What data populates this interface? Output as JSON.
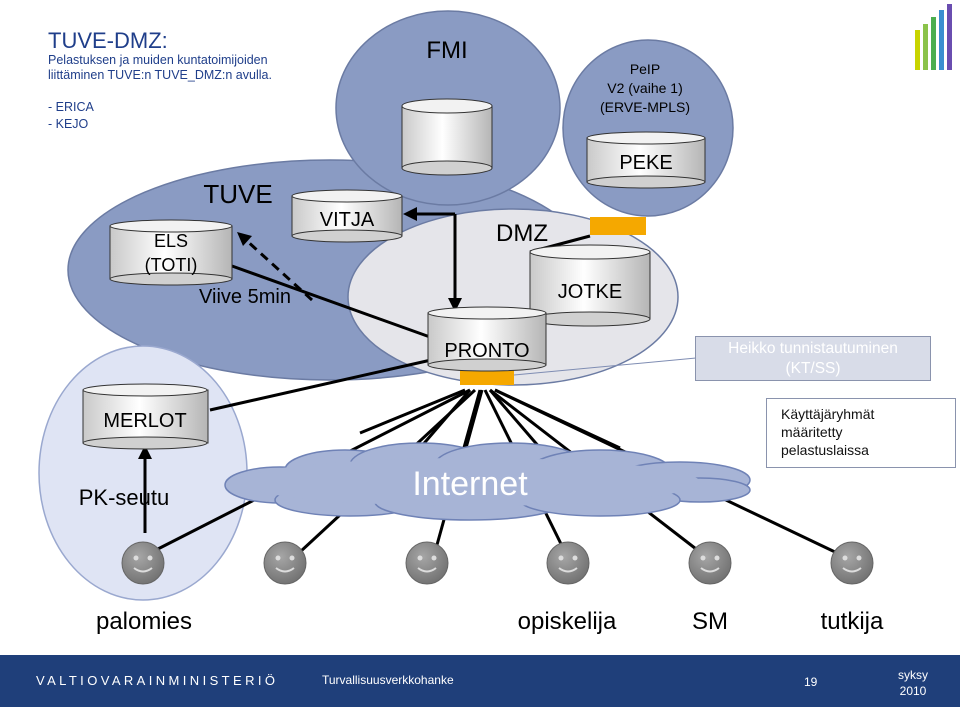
{
  "title": "TUVE-DMZ:",
  "subtitle": "Pelastuksen ja muiden kuntatoimijoiden liittäminen TUVE:n TUVE_DMZ:n avulla.",
  "bullets": [
    "- ERICA",
    "- KEJO"
  ],
  "zones": {
    "fmi": "FMI",
    "peip": [
      "PeIP",
      "V2 (vaihe 1)",
      "(ERVE-MPLS)"
    ],
    "tuve": "TUVE",
    "dmz": "DMZ",
    "pk_seutu": "PK-seutu"
  },
  "systems": {
    "els": [
      "ELS",
      "(TOTI)"
    ],
    "vitja": "VITJA",
    "peke": "PEKE",
    "jotke": "JOTKE",
    "pronto": "PRONTO",
    "merlot": "MERLOT"
  },
  "delay_label": "Viive 5min",
  "cloud_label": "Internet",
  "auth_box": [
    "Heikko tunnistautuminen",
    "(KT/SS)"
  ],
  "groups_box": [
    "Käyttäjäryhmät",
    "määritetty",
    "pelastuslaissa"
  ],
  "users": [
    "palomies",
    "opiskelija",
    "SM",
    "tutkija"
  ],
  "footer": {
    "ministry": "VALTIOVARAINMINISTERIÖ",
    "project": "Turvallisuusverkkohanke",
    "page": "19",
    "season": [
      "syksy",
      "2010"
    ]
  },
  "colors": {
    "zone_fill": "#8a9bc3",
    "dmz_fill": "#e5e5ea",
    "pk_fill": "#dfe4f4",
    "firewall": "#f5a800",
    "face": "#808080",
    "footer": "#1f3f7a",
    "title_text": "#1f3e8a"
  }
}
